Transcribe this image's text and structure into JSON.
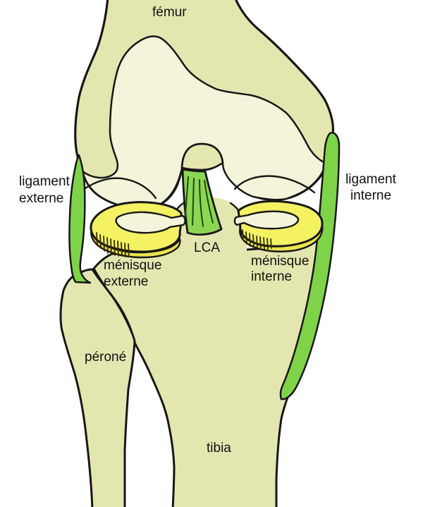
{
  "labels": {
    "femur": "fémur",
    "ligament_externe_line1": "ligament",
    "ligament_externe_line2": "externe",
    "ligament_interne_line1": "ligament",
    "ligament_interne_line2": "interne",
    "lca": "LCA",
    "menisque_externe_line1": "ménisque",
    "menisque_externe_line2": "externe",
    "menisque_interne_line1": "ménisque",
    "menisque_interne_line2": "interne",
    "perone": "péroné",
    "tibia": "tibia"
  },
  "colors": {
    "background": "#ffffff",
    "outline": "#171717",
    "bone-base": "#e4e6b0",
    "bone-light": "#f3f4d9",
    "bone-lighter": "#f6f7e4",
    "ligament-green": "#7fd348",
    "acl-green": "#8cd653",
    "acl-fiber": "#1e4a0e",
    "meniscus-yellow": "#f4f163",
    "meniscus-rim": "#eae44e",
    "meniscus-hatch": "#332d07",
    "text": "#111111"
  }
}
